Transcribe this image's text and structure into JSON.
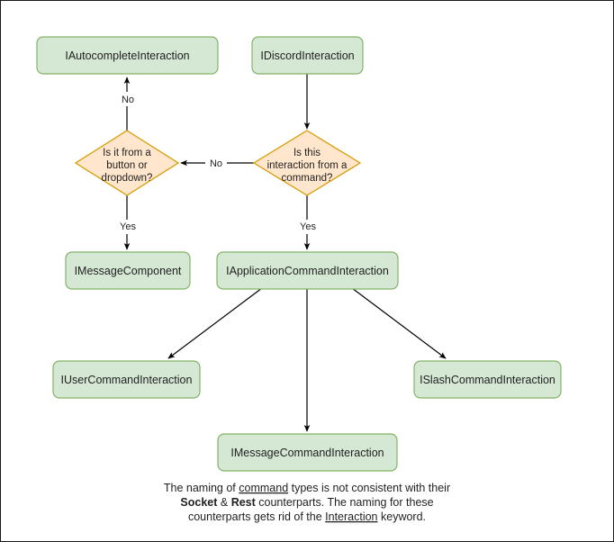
{
  "diagram": {
    "title": "Discord interaction type hierarchy flowchart",
    "colors": {
      "box_fill": "#d5e8d4",
      "box_stroke": "#82b366",
      "diamond_fill": "#ffe6cc",
      "diamond_stroke": "#d79b00",
      "edge": "#000000",
      "text": "#1f1f1f",
      "background": "#ffffff",
      "border": "#1a1a1a"
    },
    "nodes": [
      {
        "id": "autocomplete",
        "type": "box",
        "label": "IAutocompleteInteraction"
      },
      {
        "id": "discord",
        "type": "box",
        "label": "IDiscordInteraction"
      },
      {
        "id": "button_dropdown",
        "type": "diamond",
        "label": "Is it from a button or dropdown?",
        "lines": [
          "Is it from a",
          "button or",
          "dropdown?"
        ]
      },
      {
        "id": "from_command",
        "type": "diamond",
        "label": "Is this interaction from a command?",
        "lines": [
          "Is this",
          "interaction from a",
          "command?"
        ]
      },
      {
        "id": "message_component",
        "type": "box",
        "label": "IMessageComponent"
      },
      {
        "id": "app_command",
        "type": "box",
        "label": "IApplicationCommandInteraction"
      },
      {
        "id": "user_command",
        "type": "box",
        "label": "IUserCommandInteraction"
      },
      {
        "id": "slash_command",
        "type": "box",
        "label": "ISlashCommandInteraction"
      },
      {
        "id": "message_command",
        "type": "box",
        "label": "IMessageCommandInteraction"
      }
    ],
    "edges": [
      {
        "from": "discord",
        "to": "from_command",
        "label": ""
      },
      {
        "from": "from_command",
        "to": "button_dropdown",
        "label": "No"
      },
      {
        "from": "button_dropdown",
        "to": "autocomplete",
        "label": "No"
      },
      {
        "from": "button_dropdown",
        "to": "message_component",
        "label": "Yes"
      },
      {
        "from": "from_command",
        "to": "app_command",
        "label": "Yes"
      },
      {
        "from": "app_command",
        "to": "user_command",
        "label": ""
      },
      {
        "from": "app_command",
        "to": "message_command",
        "label": ""
      },
      {
        "from": "app_command",
        "to": "slash_command",
        "label": ""
      }
    ],
    "edge_labels": {
      "no_vertical": "No",
      "no_horizontal": "No",
      "yes_left": "Yes",
      "yes_right": "Yes"
    }
  },
  "footer": {
    "line1": {
      "part1": "The naming of ",
      "underline1": "command",
      "part2": " types is not consistent with their"
    },
    "line2": {
      "bold1": "Socket",
      "mid": " & ",
      "bold2": "Rest",
      "rest": " counterparts. The naming for these"
    },
    "line3": {
      "part1": "counterparts gets rid of the ",
      "underline1": "Interaction",
      "part2": " keyword."
    }
  }
}
